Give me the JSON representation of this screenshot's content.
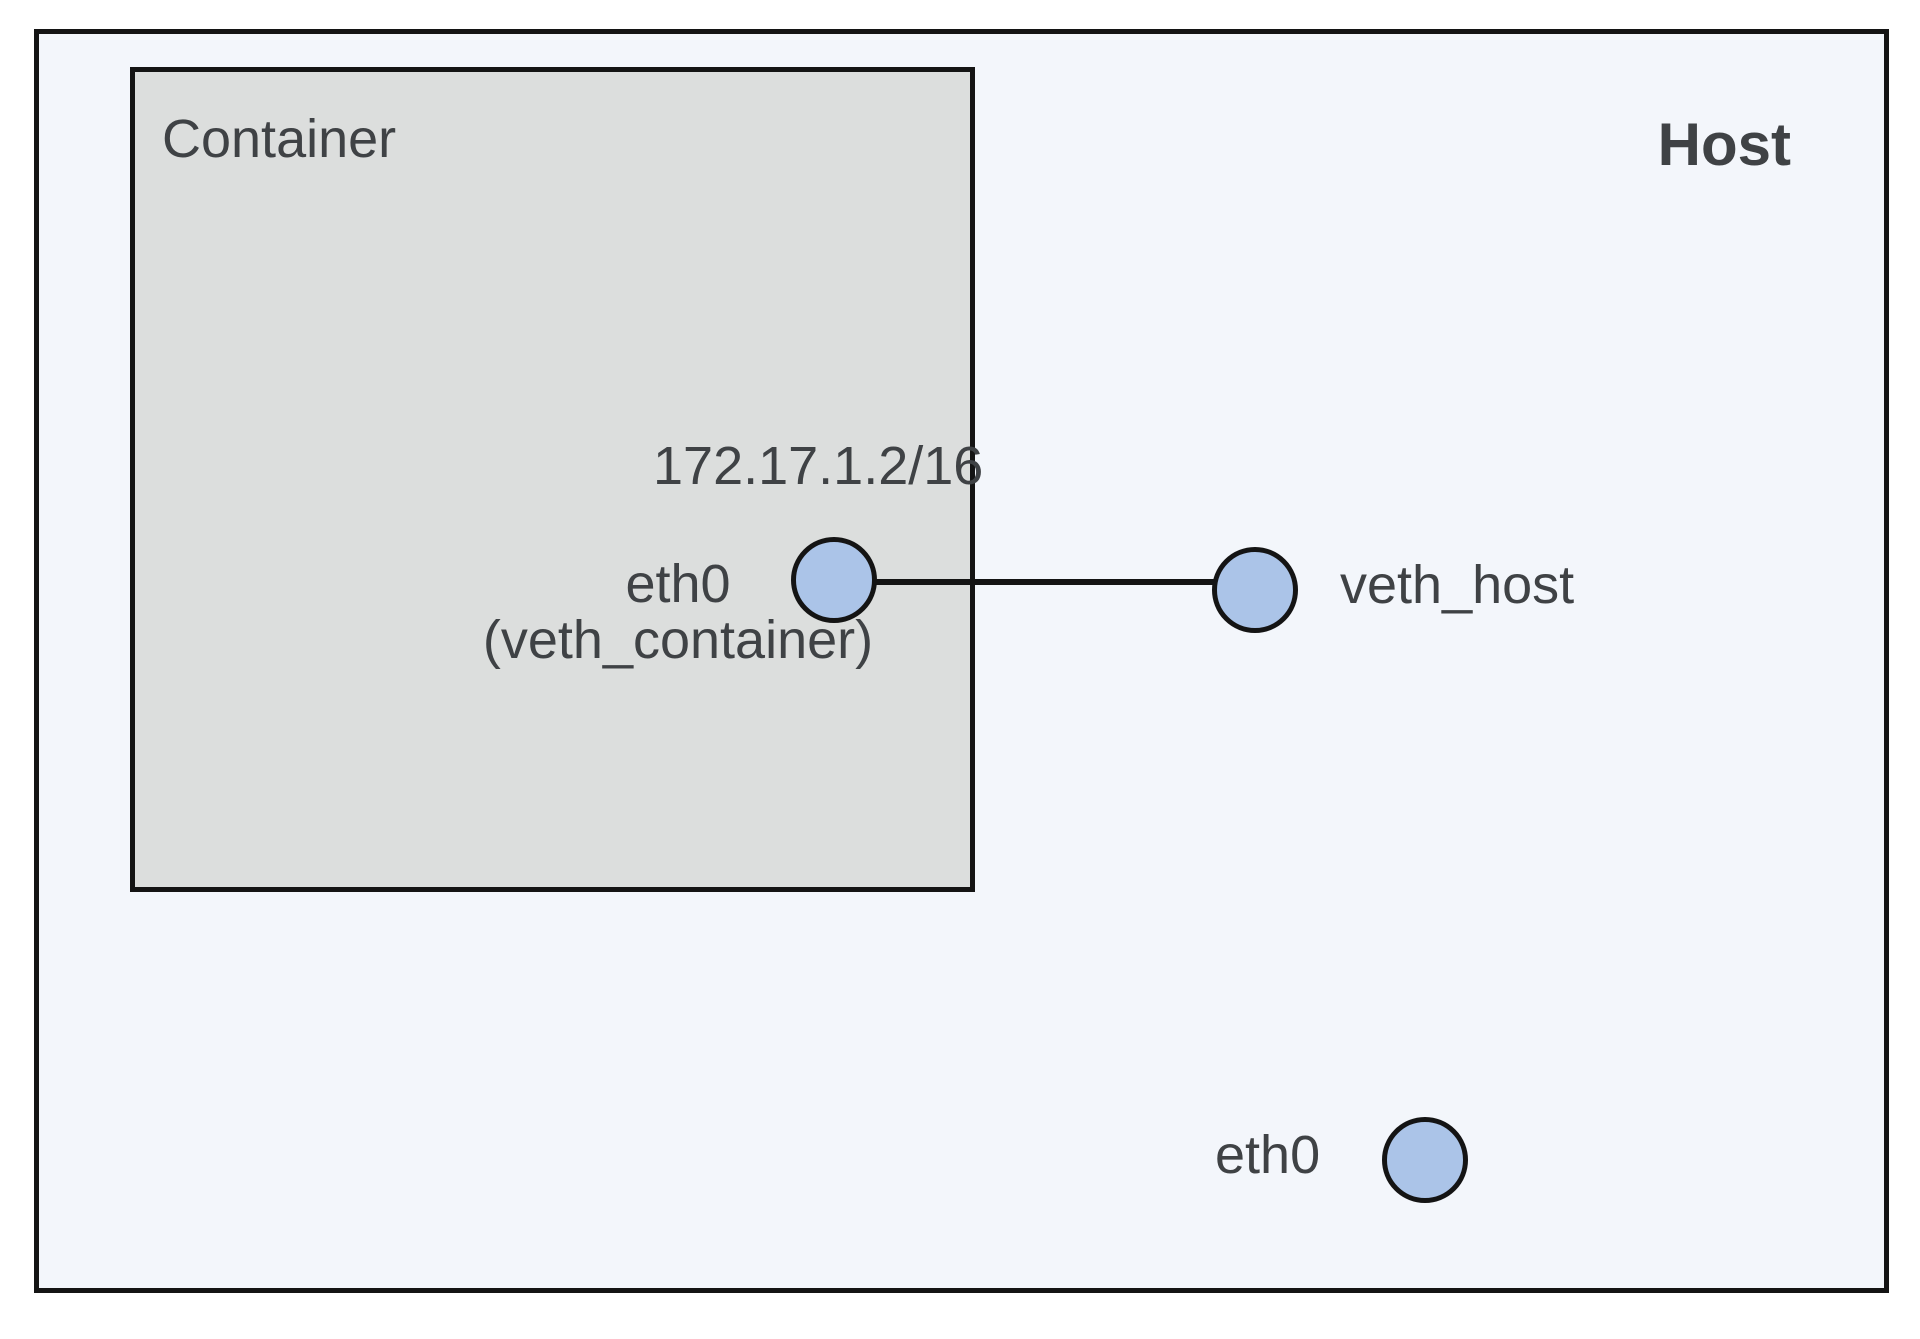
{
  "colors": {
    "page_bg": "#ffffff",
    "host_bg": "#f3f6fb",
    "container_bg": "#dcdedd",
    "node_fill": "#abc4e8",
    "stroke": "#141414",
    "text": "#3f4245"
  },
  "diagram": {
    "host": {
      "label": "Host"
    },
    "container": {
      "label": "Container",
      "interface": {
        "ip": "172.17.1.2/16",
        "name": "eth0",
        "alias": "(veth_container)"
      }
    },
    "host_interfaces": {
      "veth": {
        "label": "veth_host"
      },
      "eth": {
        "label": "eth0"
      }
    }
  }
}
